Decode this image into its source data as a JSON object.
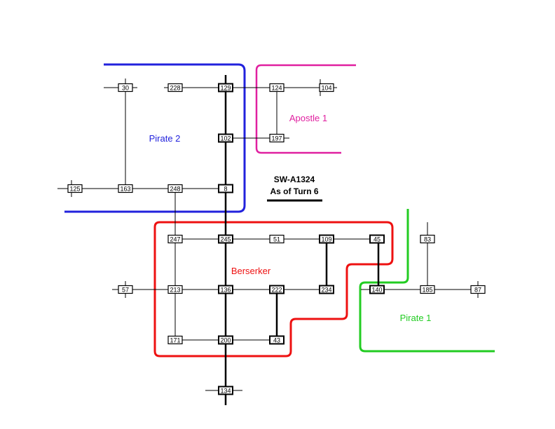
{
  "title": {
    "line1": "SW-A1324",
    "line2": "As of Turn 6"
  },
  "regions": [
    {
      "id": "pirate2",
      "label": "Pirate 2",
      "color": "#2222dd"
    },
    {
      "id": "apostle1",
      "label": "Apostle 1",
      "color": "#e020a0"
    },
    {
      "id": "berserker",
      "label": "Berserker",
      "color": "#ee1111"
    },
    {
      "id": "pirate1",
      "label": "Pirate 1",
      "color": "#22cc22"
    }
  ],
  "nodes": [
    {
      "id": "n30",
      "label": "30"
    },
    {
      "id": "n228",
      "label": "228"
    },
    {
      "id": "n129",
      "label": "129"
    },
    {
      "id": "n124",
      "label": "124"
    },
    {
      "id": "n104",
      "label": "104"
    },
    {
      "id": "n102",
      "label": "102"
    },
    {
      "id": "n197",
      "label": "197"
    },
    {
      "id": "n125",
      "label": "125"
    },
    {
      "id": "n163",
      "label": "163"
    },
    {
      "id": "n248",
      "label": "248"
    },
    {
      "id": "n8",
      "label": "8"
    },
    {
      "id": "n247",
      "label": "247"
    },
    {
      "id": "n245",
      "label": "245"
    },
    {
      "id": "n51",
      "label": "51"
    },
    {
      "id": "n109",
      "label": "109"
    },
    {
      "id": "n45",
      "label": "45"
    },
    {
      "id": "n83",
      "label": "83"
    },
    {
      "id": "n57",
      "label": "57"
    },
    {
      "id": "n213",
      "label": "213"
    },
    {
      "id": "n136",
      "label": "136"
    },
    {
      "id": "n222",
      "label": "222"
    },
    {
      "id": "n234",
      "label": "234"
    },
    {
      "id": "n140",
      "label": "140"
    },
    {
      "id": "n185",
      "label": "185"
    },
    {
      "id": "n87",
      "label": "87"
    },
    {
      "id": "n171",
      "label": "171"
    },
    {
      "id": "n200",
      "label": "200"
    },
    {
      "id": "n43",
      "label": "43"
    },
    {
      "id": "n134",
      "label": "134"
    }
  ]
}
